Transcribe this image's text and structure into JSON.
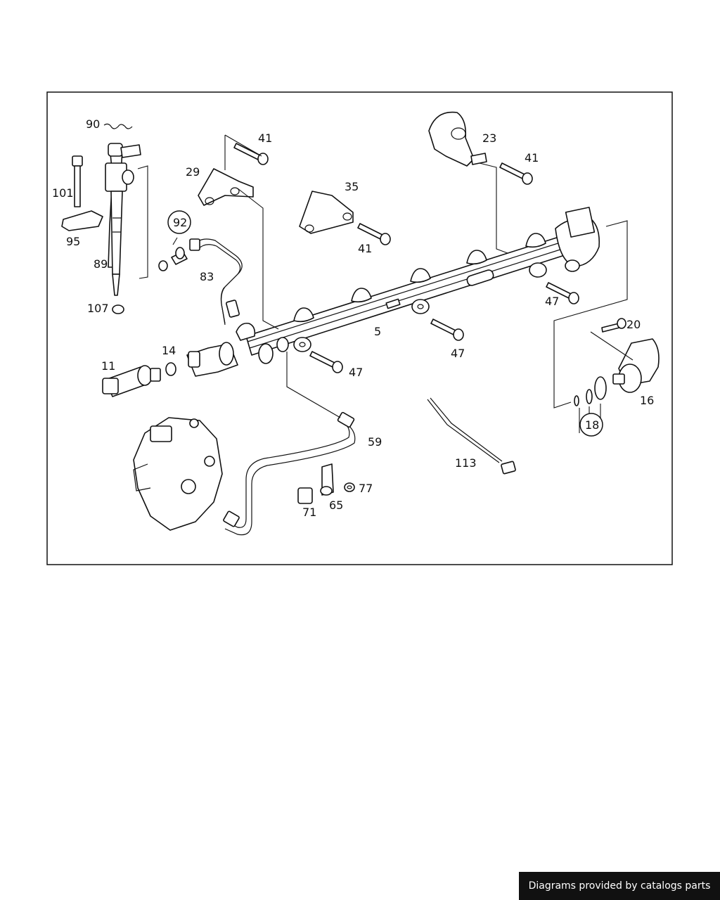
{
  "labels": {
    "p90": "90",
    "p101": "101",
    "p95": "95",
    "p89": "89",
    "p107": "107",
    "p92": "92",
    "p83": "83",
    "p29": "29",
    "p41a": "41",
    "p35": "35",
    "p41b": "41",
    "p23": "23",
    "p41c": "41",
    "p47a": "47",
    "p47b": "47",
    "p47c": "47",
    "p5": "5",
    "p20": "20",
    "p16": "16",
    "p18": "18",
    "p11": "11",
    "p14": "14",
    "p59": "59",
    "p113": "113",
    "p71": "71",
    "p65": "65",
    "p77": "77"
  },
  "footer": {
    "text": "Diagrams provided by catalogs parts"
  }
}
